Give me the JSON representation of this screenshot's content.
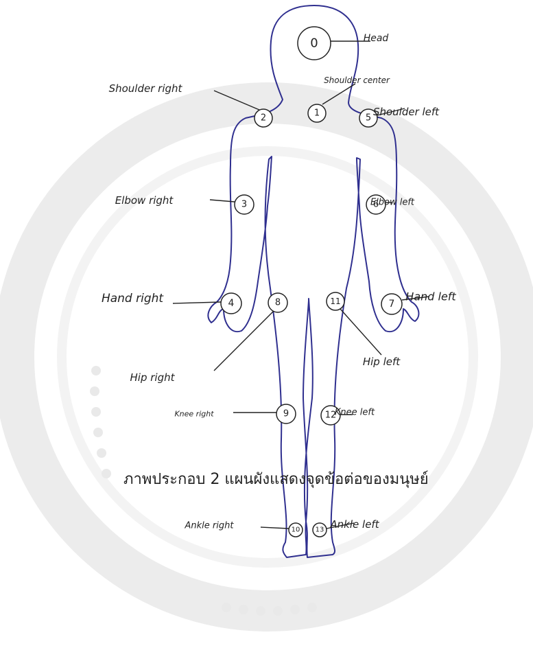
{
  "caption": "ภาพประกอบ 2 แผนผังแสดงจุดข้อต่อของมนุษย์",
  "colors": {
    "outline": "#2f2f8f",
    "watermark": "#e6e6e6",
    "label": "#1a1a1a"
  },
  "joints": [
    {
      "num": "0",
      "label": "Head"
    },
    {
      "num": "1",
      "label": "Shoulder center"
    },
    {
      "num": "2",
      "label": "Shoulder right"
    },
    {
      "num": "3",
      "label": "Elbow right"
    },
    {
      "num": "4",
      "label": "Hand right"
    },
    {
      "num": "5",
      "label": "Shoulder left"
    },
    {
      "num": "6",
      "label": "Elbow left"
    },
    {
      "num": "7",
      "label": "Hand left"
    },
    {
      "num": "8",
      "label": "Hip right"
    },
    {
      "num": "9",
      "label": "Knee right"
    },
    {
      "num": "10",
      "label": "Ankle right"
    },
    {
      "num": "11",
      "label": "Hip left"
    },
    {
      "num": "12",
      "label": "Knee left"
    },
    {
      "num": "13",
      "label": "Ankle left"
    }
  ]
}
